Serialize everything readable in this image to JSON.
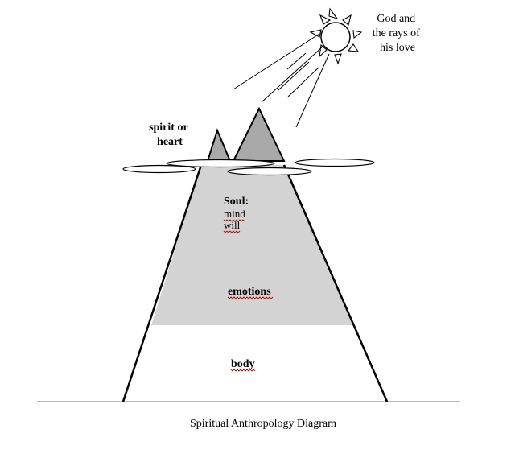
{
  "sun": {
    "label_lines": [
      "God and",
      "the rays of",
      "his love"
    ]
  },
  "peaks": {
    "label_lines": [
      "spirit or",
      "heart"
    ]
  },
  "soul": {
    "title": "Soul:",
    "items": [
      "mind",
      "will"
    ],
    "emotions": "emotions"
  },
  "body": {
    "label": "body"
  },
  "caption": "Spiritual Anthropology Diagram",
  "colors": {
    "soul_fill": "#d3d3d3",
    "peak_fill": "#a9a9a9",
    "outline": "#000000",
    "spellcheck_underline": "#c00000"
  }
}
